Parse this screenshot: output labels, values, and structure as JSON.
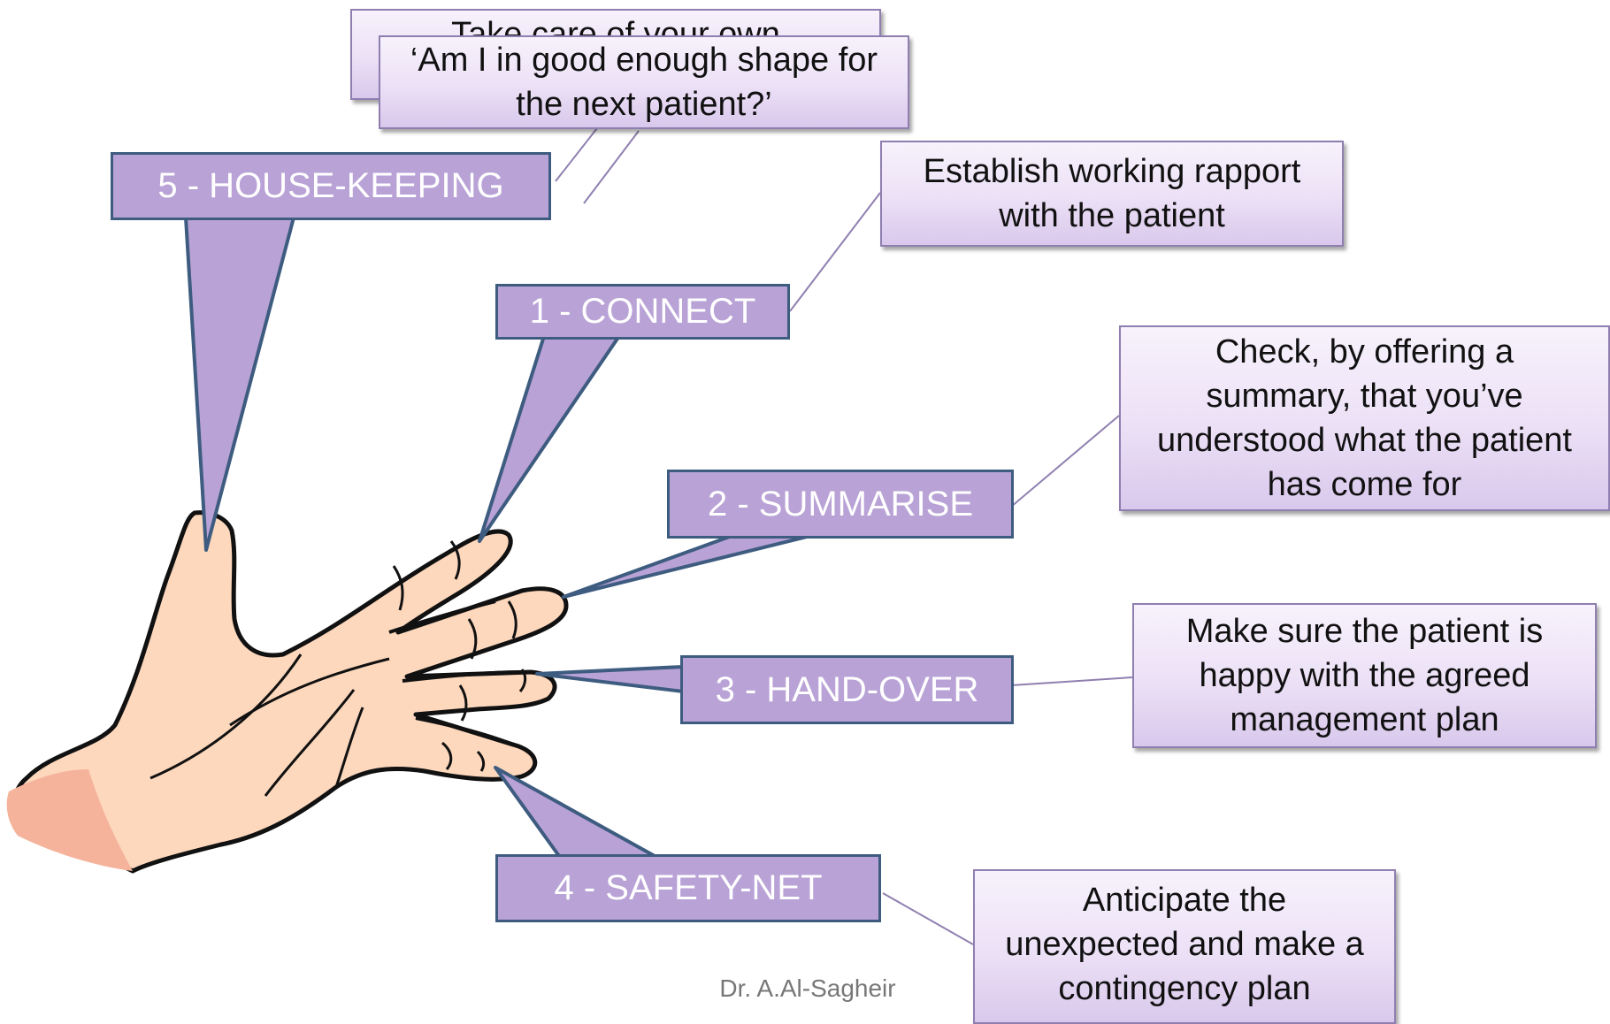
{
  "steps": [
    {
      "label": "1 - CONNECT",
      "note": "Establish working rapport with the patient"
    },
    {
      "label": "2 - SUMMARISE",
      "note": "Check, by offering a summary, that you’ve understood what the patient has come for"
    },
    {
      "label": "3 - HAND-OVER",
      "note": "Make sure the patient is happy with the agreed management plan"
    },
    {
      "label": "4 - SAFETY-NET",
      "note": "Anticipate the unexpected and make a contingency plan"
    },
    {
      "label": "5 - HOUSE-KEEPING",
      "note": "‘Am I in good enough shape for the next patient?’",
      "back_note": "Take care of your own"
    }
  ],
  "credit": "Dr. A.Al-Sagheir",
  "colors": {
    "label_fill": "#b9a2d6",
    "label_border": "#3e5c80",
    "note_border": "#8f7fb0",
    "skin": "#fdd8bd",
    "outline": "#111111"
  }
}
